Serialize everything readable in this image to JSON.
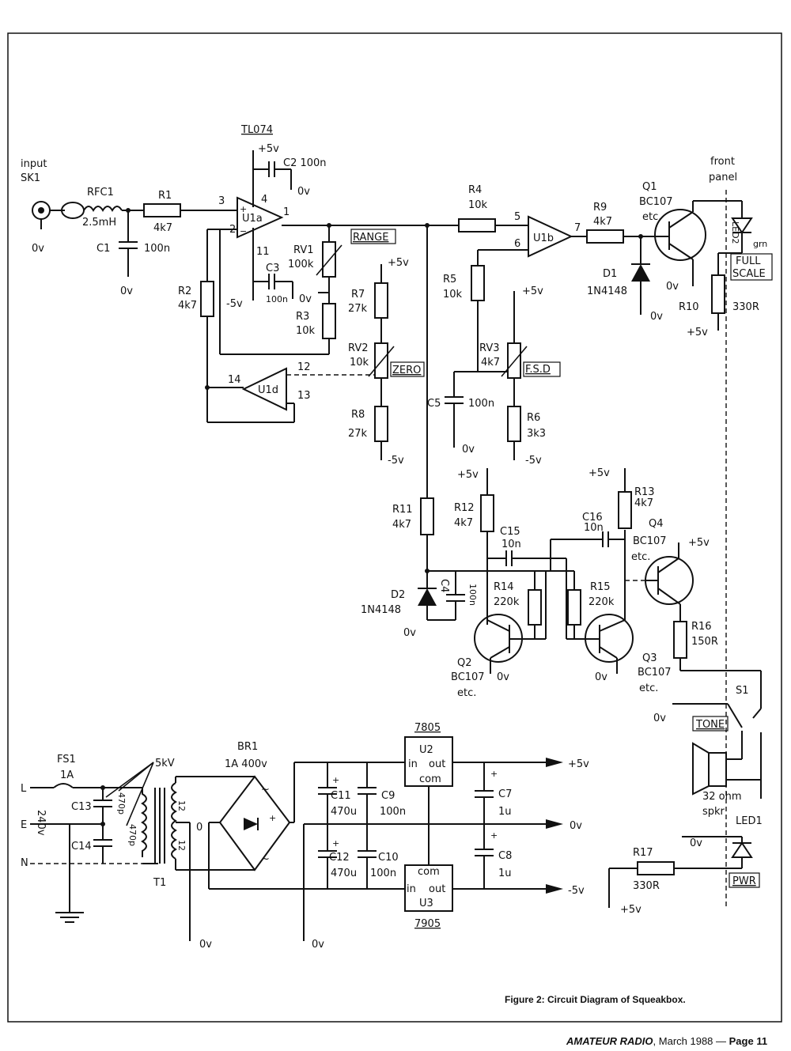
{
  "labels": {
    "input": "input",
    "sk1": "SK1",
    "rfc1": "RFC1",
    "rfc1_val": "2.5mH",
    "r1": "R1",
    "r1_val": "4k7",
    "c1": "C1",
    "c1_val": "100n",
    "r2": "R2",
    "r2_val": "4k7",
    "tl074": "TL074",
    "p5v": "+5v",
    "m5v": "-5v",
    "zero_v": "0v",
    "c2": "C2 100n",
    "c3": "C3",
    "c3_val": "100n",
    "u1a": "U1a",
    "u1b": "U1b",
    "u1d": "U1d",
    "pin1": "1",
    "pin2": "2",
    "pin3": "3",
    "pin4": "4",
    "pin5": "5",
    "pin6": "6",
    "pin7": "7",
    "pin11": "11",
    "pin12": "12",
    "pin13": "13",
    "pin14": "14",
    "range": "RANGE",
    "rv1": "RV1",
    "rv1_val": "100k",
    "r3": "R3",
    "r3_val": "10k",
    "r7": "R7",
    "r7_val": "27k",
    "rv2": "RV2",
    "rv2_val": "10k",
    "zero": "ZERO",
    "r8": "R8",
    "r8_val": "27k",
    "r4": "R4",
    "r4_val": "10k",
    "r5": "R5",
    "r5_val": "10k",
    "rv3": "RV3",
    "rv3_val": "4k7",
    "fsd": "F.S.D",
    "c5": "C5",
    "c5_val": "100n",
    "r6": "R6",
    "r6_val": "3k3",
    "r9": "R9",
    "r9_val": "4k7",
    "d1": "D1",
    "d1_val": "1N4148",
    "q1": "Q1",
    "q1_val": "BC107",
    "etc": "etc.",
    "front": "front",
    "panel": "panel",
    "led2": "LED2",
    "grn": "grn",
    "full": "FULL",
    "scale": "SCALE",
    "r10": "R10",
    "r10_val": "330R",
    "r11": "R11",
    "r11_val": "4k7",
    "r12": "R12",
    "r12_val": "4k7",
    "c15": "C15",
    "c15_val": "10n",
    "c16": "C16",
    "c16_val": "10n",
    "r13": "R13",
    "r13_val": "4k7",
    "q4": "Q4",
    "q4_val": "BC107",
    "d2": "D2",
    "d2_val": "1N4148",
    "c4": "C4",
    "c4_val": "100n",
    "r14": "R14",
    "r14_val": "220k",
    "r15": "R15",
    "r15_val": "220k",
    "r16": "R16",
    "r16_val": "150R",
    "q2": "Q2",
    "q2_val": "BC107",
    "q3": "Q3",
    "q3_val": "BC107",
    "s1": "S1",
    "tone": "TONE",
    "spkr1": "32 ohm",
    "spkr2": "spkr",
    "led1": "LED1",
    "r17": "R17",
    "r17_val": "330R",
    "pwr": "PWR",
    "fs1": "FS1",
    "fs1_val": "1A",
    "kv5": "5kV",
    "c13": "C13",
    "c14": "C14",
    "c13_val": "470p",
    "c14_val": "470p",
    "l": "L",
    "e": "E",
    "n": "N",
    "v240": "240v",
    "t1": "T1",
    "t12": "12",
    "t0": "0",
    "br1": "BR1",
    "br1_val": "1A 400v",
    "c11": "C11",
    "c11_val": "470u",
    "c9": "C9",
    "c9_val": "100n",
    "c12": "C12",
    "c12_val": "470u",
    "c10": "C10",
    "c10_val": "100n",
    "c7": "C7",
    "c7_val": "1u",
    "c8": "C8",
    "c8_val": "1u",
    "u2": "U2",
    "u3": "U3",
    "r7805": "7805",
    "r7905": "7905",
    "in": "in",
    "out": "out",
    "com": "com",
    "plus": "+",
    "minus": "−",
    "tilde": "~"
  },
  "caption": "Figure 2: Circuit Diagram of Squeakbox.",
  "footer": {
    "magazine": "AMATEUR RADIO",
    "date": ", March 1988 — ",
    "page": "Page 11"
  }
}
